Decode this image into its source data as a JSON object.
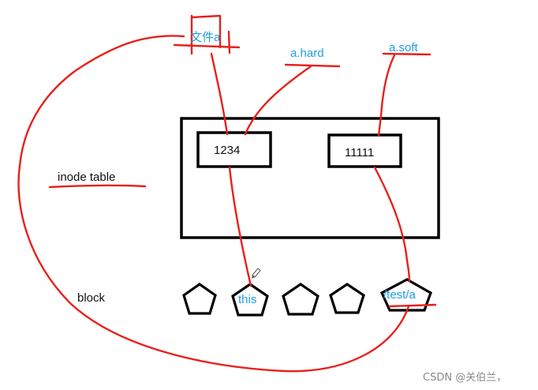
{
  "labels": {
    "file_a": "文件a",
    "a_hard": "a.hard",
    "a_soft": "a.soft",
    "inode_table": "inode  table",
    "block": "block",
    "inode_1234": "1234",
    "inode_11111": "11111",
    "block_this": "this",
    "block_test_a": "/test/a"
  },
  "watermark": "CSDN @关伯兰，",
  "colors": {
    "annotation_red": "#e8201c",
    "label_blue": "#1e9fe0",
    "outline_black": "#000000"
  },
  "icons": {
    "pencil_cursor": "pencil-icon"
  }
}
